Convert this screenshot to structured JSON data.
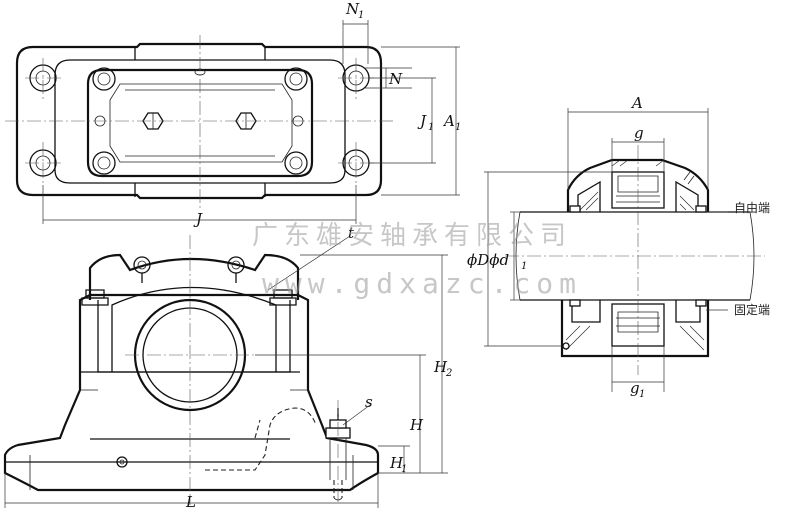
{
  "drawing": {
    "labels": {
      "N1": "N",
      "N1_sub": "1",
      "N": "N",
      "J1": "J",
      "J1_sub": "1",
      "A1": "A",
      "A1_sub": "1",
      "J": "J",
      "t": "t",
      "H2": "H",
      "H2_sub": "2",
      "H": "H",
      "H1": "H",
      "H1_sub": "1",
      "s": "s",
      "L": "L",
      "A": "A",
      "g": "g",
      "g1": "g",
      "g1_sub": "1",
      "phiD": "ϕDϕd",
      "phiD_sub": "1"
    },
    "side_labels": {
      "free_end": "自由端",
      "fixed_end": "固定端"
    },
    "watermark": {
      "company": "广东雄安轴承有限公司",
      "url": "www.gdxazc.com"
    }
  }
}
